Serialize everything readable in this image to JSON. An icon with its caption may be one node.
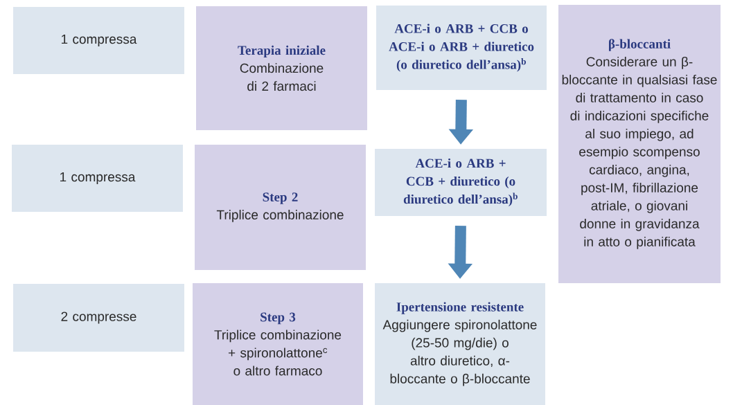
{
  "diagram": {
    "nodes": [
      {
        "text": [
          "1 compressa"
        ]
      },
      {
        "text": [
          "Terapia iniziale",
          "Combinazione di 2 farmaci"
        ]
      },
      {
        "text": [
          "ACE-i o ARB + CCB o ACE-i o ARB + diuretico (o diuretico dell’ansa)$^{b}$"
        ]
      },
      {
        "text": [
          "β-bloccanti",
          "Considerare un β-bloccante in qualsiasi fase di trattamento in caso di indicazioni specifiche al suo impiego, ad esempio scompenso cardiaco, angina, post-IM, fibrillazione atriale, o giovani donne in gravidanza in atto o pianificata"
        ]
      },
      {
        "text": [
          "1 compressa"
        ]
      },
      {
        "text": [
          "Step 2",
          "Triplice combinazione"
        ]
      },
      {
        "text": [
          "ACE-i o ARB + CCB + diuretico (o diuretico dell’ansa)$^{b}$"
        ]
      },
      {
        "text": [
          "2 compresse"
        ]
      },
      {
        "text": [
          "Step 3",
          "Triplice combinazione + spironolattone$^{c}$ o altro farmaco"
        ]
      },
      {
        "text": [
          "Ipertensione resistente",
          "Aggiungere spironolattone (25-50 mg/die) o altro diuretico, α-bloccante o β-bloccante"
        ]
      }
    ],
    "edges": [
      {
        "from": 2,
        "to": 6,
        "arrow": "to"
      },
      {
        "from": 6,
        "to": 9,
        "arrow": "to"
      }
    ]
  }
}
